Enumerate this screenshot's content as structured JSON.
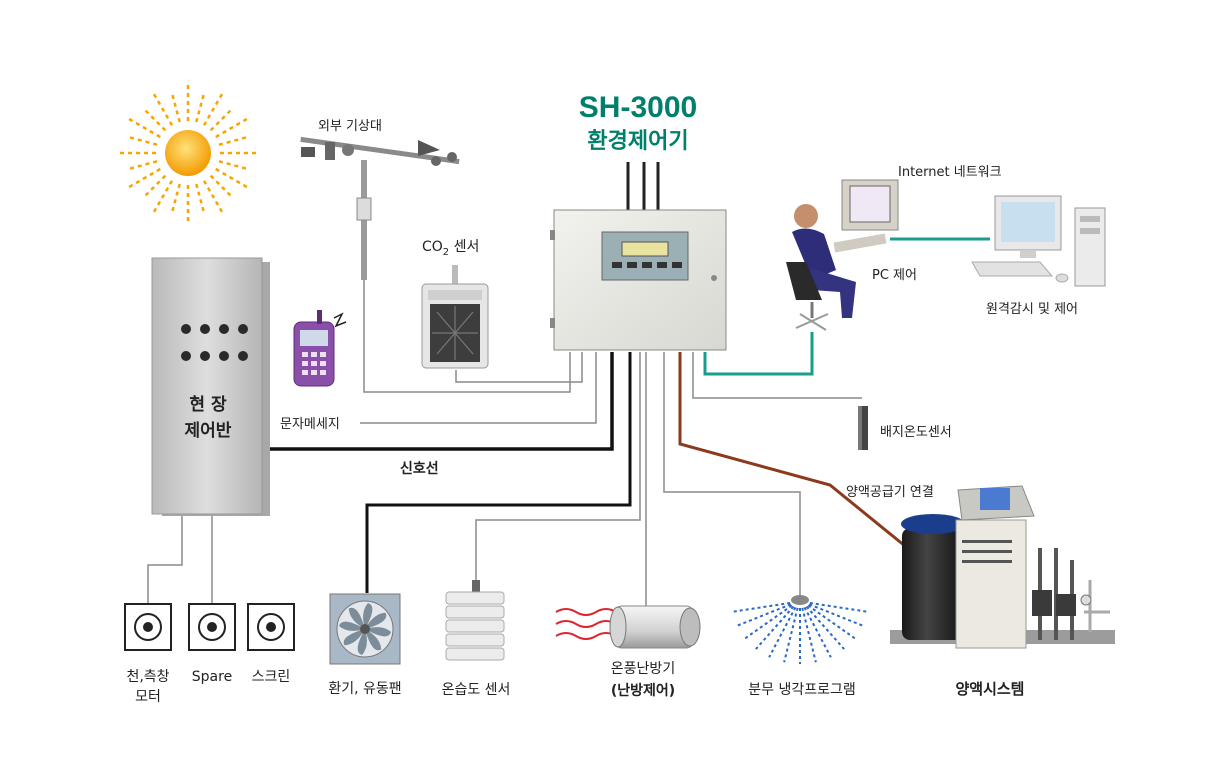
{
  "title": {
    "model": "SH-3000",
    "subtitle": "환경제어기"
  },
  "labels": {
    "weather_station": "외부 기상대",
    "co2_prefix": "CO",
    "co2_sub": "2",
    "co2_suffix": " 센서",
    "internet": "Internet  네트워크",
    "pc_control": "PC 제어",
    "remote_monitor": "원격감시 및 제어",
    "field_panel_line1": "현   장",
    "field_panel_line2": "제어반",
    "sms": "문자메세지",
    "signal_line": "신호선",
    "soil_temp_sensor": "배지온도센서",
    "nutrient_link": "양액공급기 연결",
    "nutrient_system": "양액시스템",
    "motor_line1": "천,측창",
    "motor_line2": "모터",
    "spare": "Spare",
    "screen": "스크린",
    "fan": "환기, 유동팬",
    "humidity_sensor": "온습도 센서",
    "heater_line1": "온풍난방기",
    "heater_line2": "(난방제어)",
    "mist": "분무 냉각프로그램"
  },
  "colors": {
    "title": "#00806a",
    "network_line": "#1a9e8a",
    "nutrient_line": "#8b3a1e",
    "signal_line": "#111111",
    "thin_line": "#8a8a8a",
    "sun": "#f7a600",
    "panel": "#c9c9c9"
  }
}
